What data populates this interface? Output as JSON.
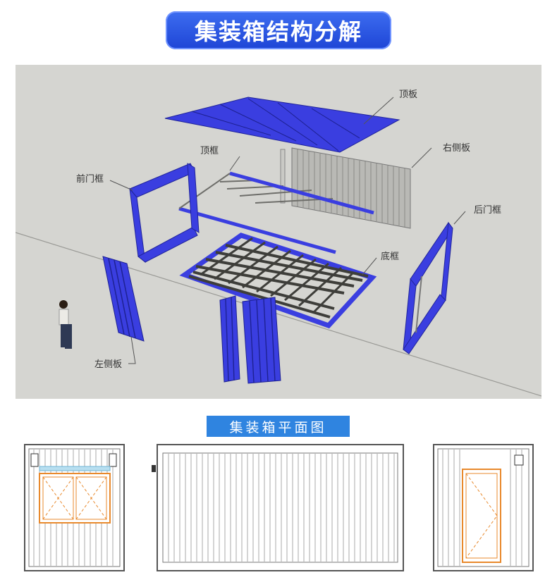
{
  "header": {
    "title": "集装箱结构分解"
  },
  "exploded": {
    "labels": {
      "top_panel": "顶板",
      "right_side_panel": "右侧板",
      "top_frame": "顶框",
      "front_door_frame": "前门框",
      "rear_door_frame": "后门框",
      "bottom_frame": "底框",
      "left_side_panel": "左侧板"
    }
  },
  "plan_section": {
    "title": "集装箱平面图"
  },
  "colors": {
    "accent_blue": "#2f84e0",
    "panel_blue": "#3a3ee0",
    "title_blue": "#2451e0",
    "window_orange": "#e8892c",
    "scene_gray": "#d5d5d1"
  }
}
